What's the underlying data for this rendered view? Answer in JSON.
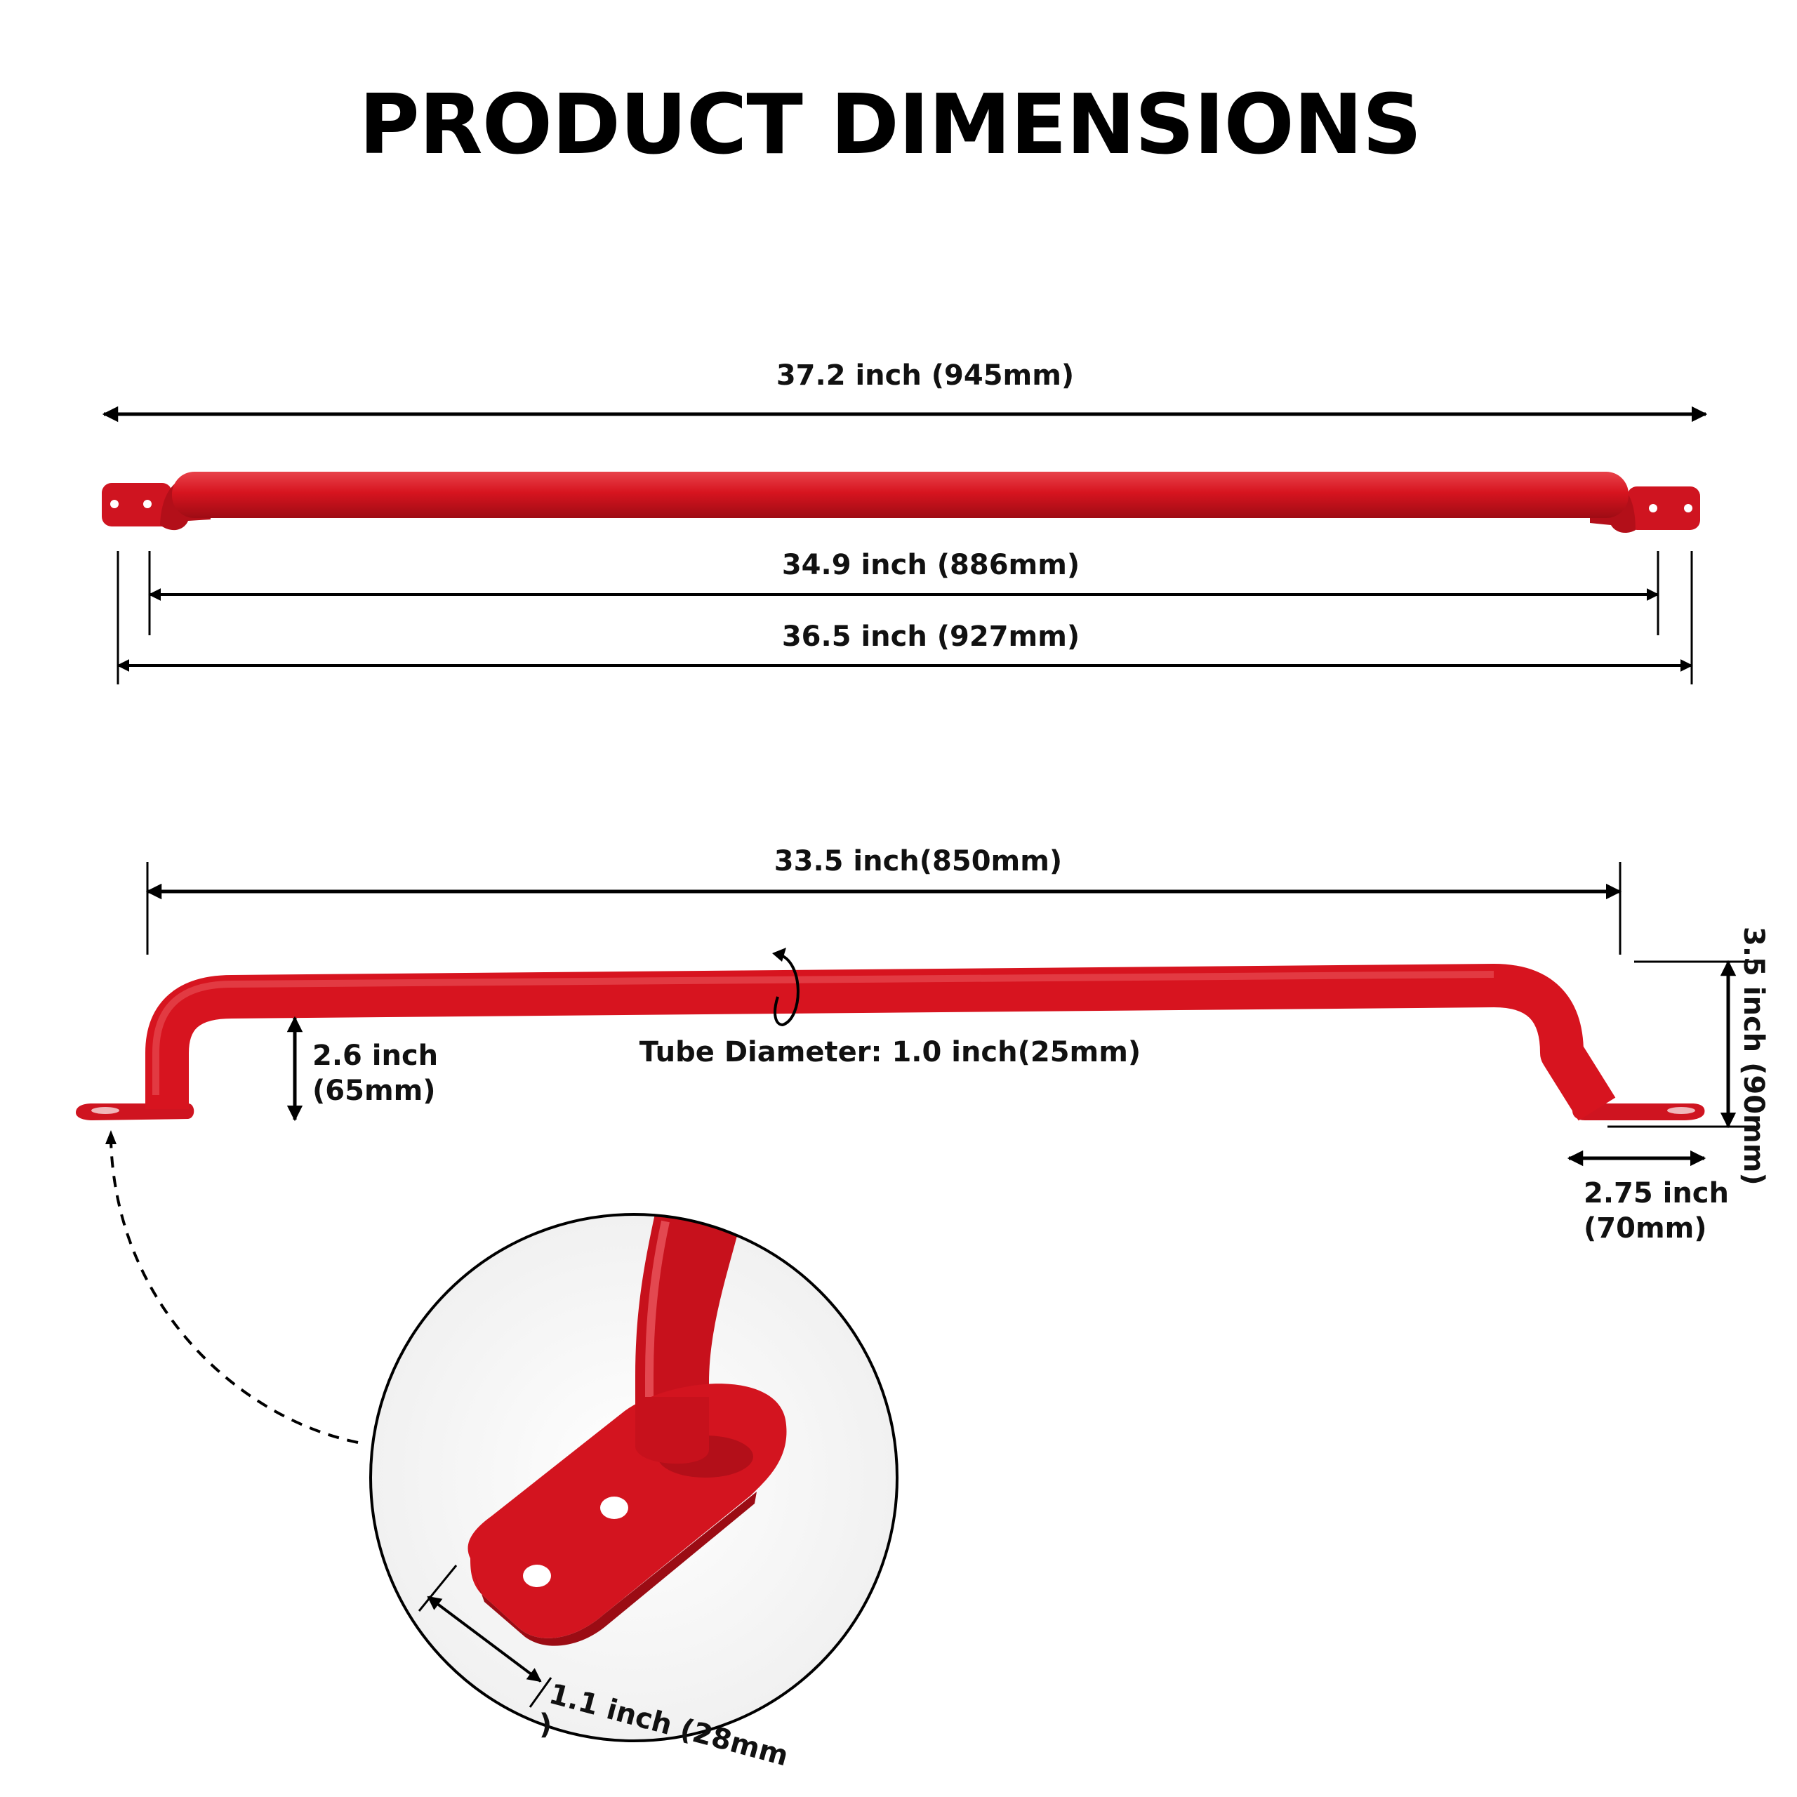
{
  "title": "PRODUCT DIMENSIONS",
  "colors": {
    "bar_red": "#d7141f",
    "bar_red_dark": "#9e0c14",
    "bar_red_light": "#e8434b",
    "line": "#000000"
  },
  "top_view": {
    "overall_length": "37.2 inch (945mm)",
    "inner_span": "34.9 inch (886mm)",
    "flange_span": "36.5 inch (927mm)"
  },
  "side_view": {
    "bar_length": "33.5 inch(850mm)",
    "tube_diameter": "Tube Diameter: 1.0 inch(25mm)",
    "clearance_line1": "2.6 inch",
    "clearance_line2": "(65mm)",
    "height": "3.5 inch (90mm)",
    "foot_length_line1": "2.75 inch",
    "foot_length_line2": "(70mm)"
  },
  "detail_view": {
    "foot_width_line1": "1.1 inch (28mm",
    "foot_width_line2": ")"
  }
}
